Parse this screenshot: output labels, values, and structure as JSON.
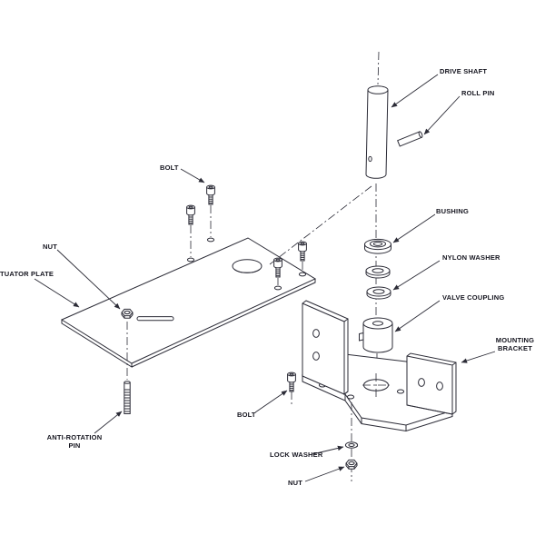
{
  "colors": {
    "background": "#ffffff",
    "line": "#2b2b36",
    "text": "#15151f"
  },
  "diagram_type": "exploded-assembly-drawing",
  "callouts": {
    "drive_shaft": "DRIVE SHAFT",
    "roll_pin": "ROLL PIN",
    "bolt_upper": "BOLT",
    "nut_plate": "NUT",
    "actuator_plate": "TUATOR PLATE",
    "bushing": "BUSHING",
    "nylon_washer": "NYLON WASHER",
    "valve_coupling": "VALVE COUPLING",
    "mounting_bracket": {
      "line1": "MOUNTING",
      "line2": "BRACKET"
    },
    "anti_rotation_pin": {
      "line1": "ANTI-ROTATION",
      "line2": "PIN"
    },
    "bolt_lower": "BOLT",
    "lock_washer": "LOCK WASHER",
    "nut_lower": "NUT"
  }
}
